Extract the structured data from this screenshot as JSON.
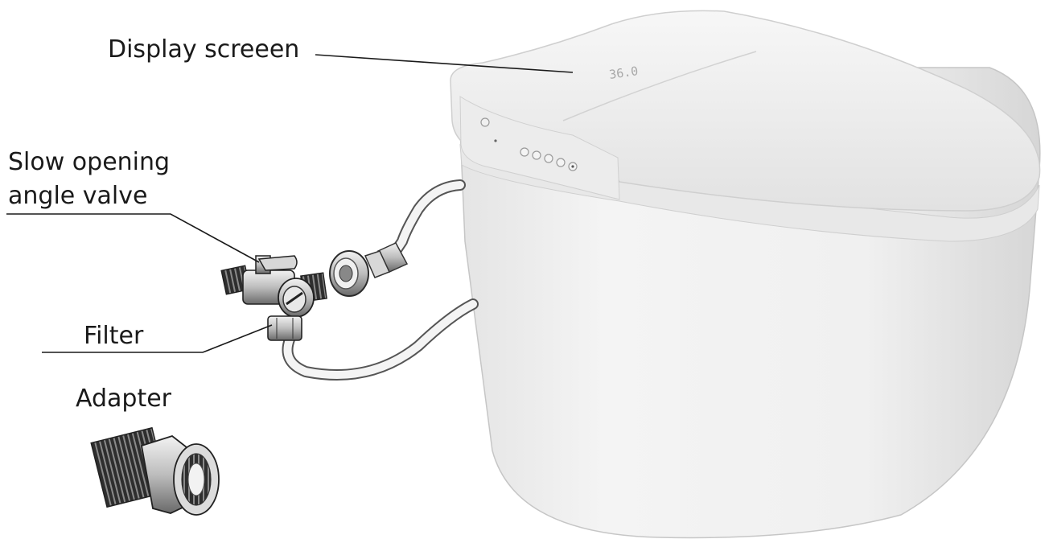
{
  "labels": {
    "display_screen": "Display screeen",
    "valve_line1": "Slow opening",
    "valve_line2": "angle valve",
    "filter": "Filter",
    "adapter": "Adapter"
  },
  "panel": {
    "display_readout": "36.0"
  },
  "colors": {
    "line": "#1a1a1a",
    "body_light": "#f3f3f3",
    "body_shade": "#d4d4d4",
    "metal_dark": "#3a3a3a"
  },
  "icons": [
    "toilet-body",
    "angle-valve",
    "water-hose",
    "hose-connector",
    "adapter-fitting"
  ]
}
